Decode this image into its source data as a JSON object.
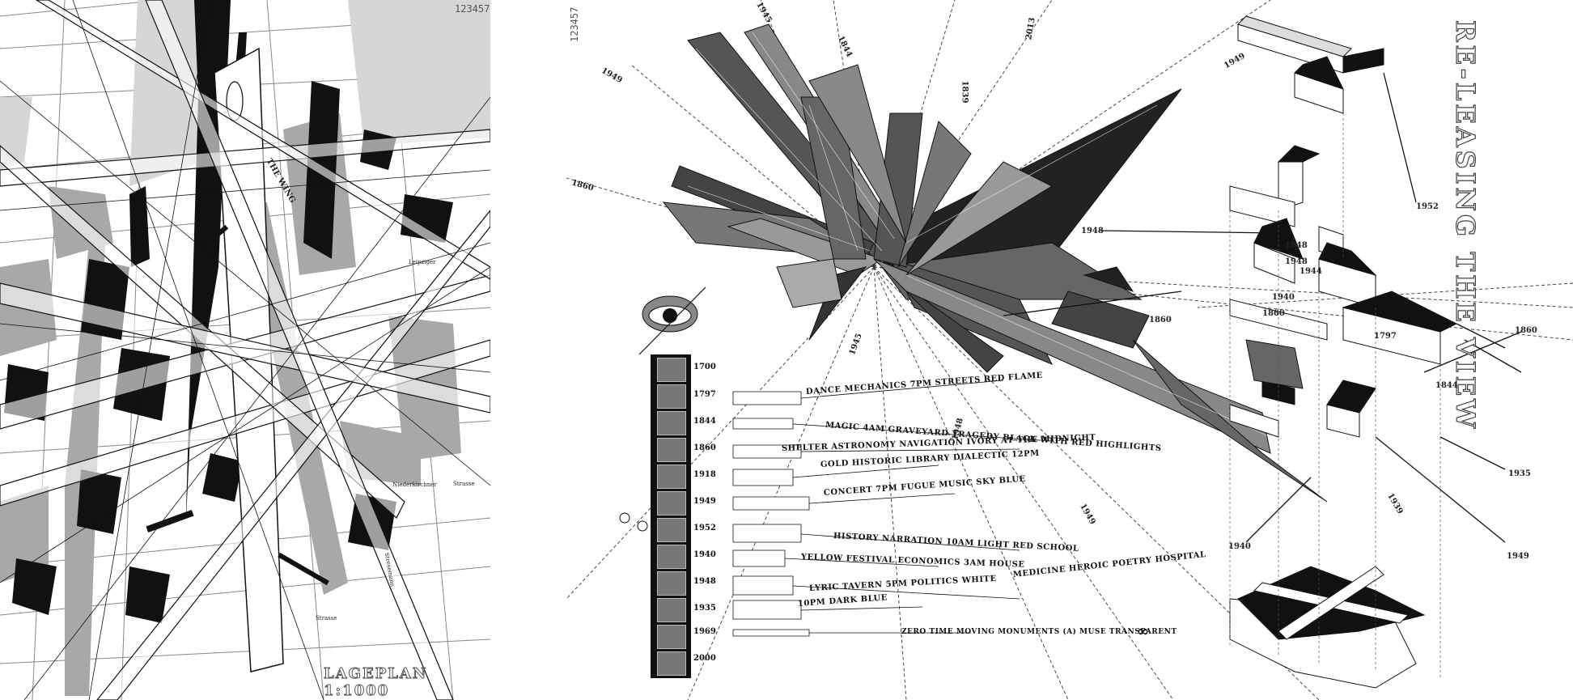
{
  "left_sheet": {
    "stamp": "123457",
    "caption": "LAGEPLAN 1:1000",
    "map_labels": [
      "THE WING",
      "Leipziger",
      "Niederkirchner",
      "Strasse",
      "Stresemann",
      "Strasse"
    ]
  },
  "right_sheet": {
    "stamp": "123457",
    "title": "RE-LEASING THE VIEW",
    "ray_years": [
      {
        "text": "1949"
      },
      {
        "text": "1945"
      },
      {
        "text": "1844"
      },
      {
        "text": "1839"
      },
      {
        "text": "2013"
      },
      {
        "text": "1860"
      },
      {
        "text": "1948"
      },
      {
        "text": "1945"
      },
      {
        "text": "1949"
      }
    ],
    "building_years": [
      {
        "text": "1949"
      },
      {
        "text": "1952"
      },
      {
        "text": "1948"
      },
      {
        "text": "1948"
      },
      {
        "text": "1860"
      },
      {
        "text": "1940"
      },
      {
        "text": "1860"
      },
      {
        "text": "1797"
      },
      {
        "text": "1860"
      },
      {
        "text": "1844"
      },
      {
        "text": "1935"
      },
      {
        "text": "1939"
      },
      {
        "text": "1940"
      },
      {
        "text": "1949"
      },
      {
        "text": "1948"
      },
      {
        "text": "1944"
      }
    ],
    "timeline": {
      "years": [
        "1700",
        "1797",
        "1844",
        "1860",
        "1918",
        "1949",
        "1952",
        "1940",
        "1948",
        "1935",
        "1969",
        "2000"
      ],
      "events": [
        "DANCE MECHANICS 7PM STREETS RED FLAME",
        "MAGIC 4AM GRAVEYARD TRAGEDY BLACK WITH RED HIGHLIGHTS",
        "SHELTER ASTRONOMY NAVIGATION IVORY AT THE MIDNIGHT",
        "GOLD HISTORIC LIBRARY DIALECTIC 12PM",
        "CONCERT 7PM FUGUE MUSIC SKY BLUE",
        "HISTORY NARRATION 10AM LIGHT RED SCHOOL",
        "YELLOW FESTIVAL ECONOMICS 3AM HOUSE",
        "LYRIC TAVERN 5PM POLITICS WHITE",
        "MEDICINE HEROIC POETRY HOSPITAL",
        "10PM DARK BLUE",
        "ZERO TIME MOVING MONUMENTS (A) MUSE TRANSPARENT"
      ],
      "infinity": "∞"
    }
  },
  "colors": {
    "ink": "#111111",
    "grey": "#777777",
    "paper": "#ffffff"
  }
}
